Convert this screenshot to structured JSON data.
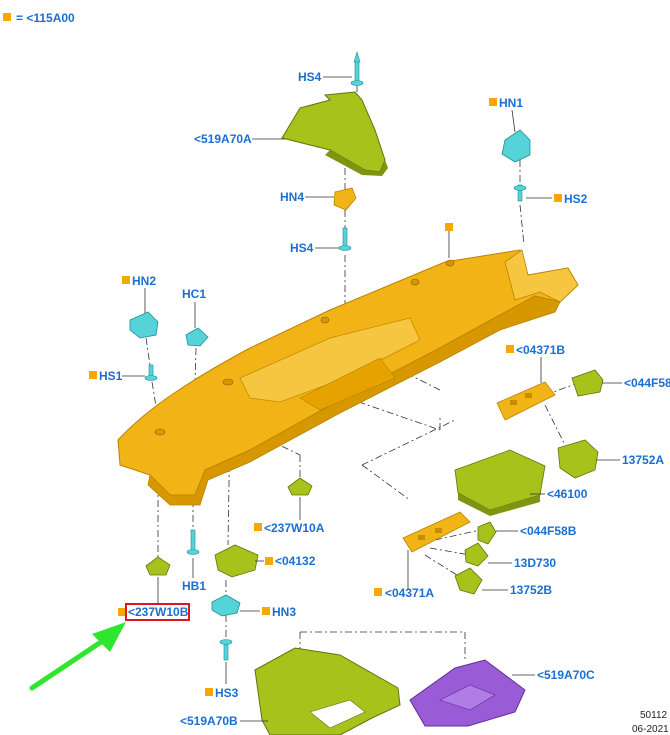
{
  "legend": {
    "equals": "= <115A00"
  },
  "labels": {
    "hs4_top": "HS4",
    "a519_a": "<519A70A",
    "hn4": "HN4",
    "hs4_mid": "HS4",
    "hn1": "HN1",
    "hs2": "HS2",
    "hn2": "HN2",
    "hc1": "HC1",
    "hs1": "HS1",
    "b04371_top": "<04371B",
    "f044_top": "<044F58",
    "a13752": "13752A",
    "p46100": "<46100",
    "f044_b": "<044F58B",
    "d13730": "13D730",
    "b13752": "13752B",
    "a04371": "<04371A",
    "w237_a": "<237W10A",
    "p04132": "<04132",
    "w237_b": "<237W10B",
    "hb1": "HB1",
    "hn3": "HN3",
    "hs3": "HS3",
    "b519": "<519A70B",
    "c519": "<519A70C"
  },
  "footer": {
    "code": "50112",
    "date": "06-2021"
  },
  "colors": {
    "label": "#1a6fd1",
    "marker": "#f5a900",
    "highlight": "#e0161e",
    "arrow": "#2ee62e",
    "panel": "#f2b316",
    "olive": "#a8c21c",
    "clip": "#56d3d8",
    "purple": "#9a5cd6"
  }
}
